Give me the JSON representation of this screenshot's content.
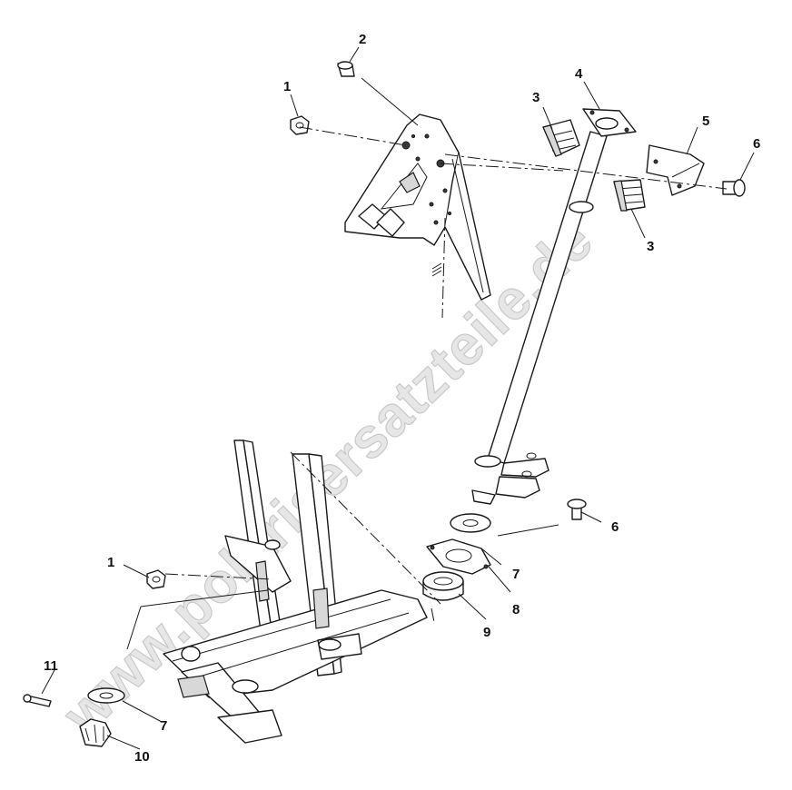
{
  "watermark": "www.polarisersatzteile.de",
  "callouts": [
    {
      "id": "c1a",
      "label": "1"
    },
    {
      "id": "c2",
      "label": "2"
    },
    {
      "id": "c3a",
      "label": "3"
    },
    {
      "id": "c4",
      "label": "4"
    },
    {
      "id": "c5",
      "label": "5"
    },
    {
      "id": "c6a",
      "label": "6"
    },
    {
      "id": "c3b",
      "label": "3"
    },
    {
      "id": "c6b",
      "label": "6"
    },
    {
      "id": "c7a",
      "label": "7"
    },
    {
      "id": "c8",
      "label": "8"
    },
    {
      "id": "c1b",
      "label": "1"
    },
    {
      "id": "c9",
      "label": "9"
    },
    {
      "id": "c11",
      "label": "11"
    },
    {
      "id": "c7b",
      "label": "7"
    },
    {
      "id": "c10",
      "label": "10"
    }
  ]
}
